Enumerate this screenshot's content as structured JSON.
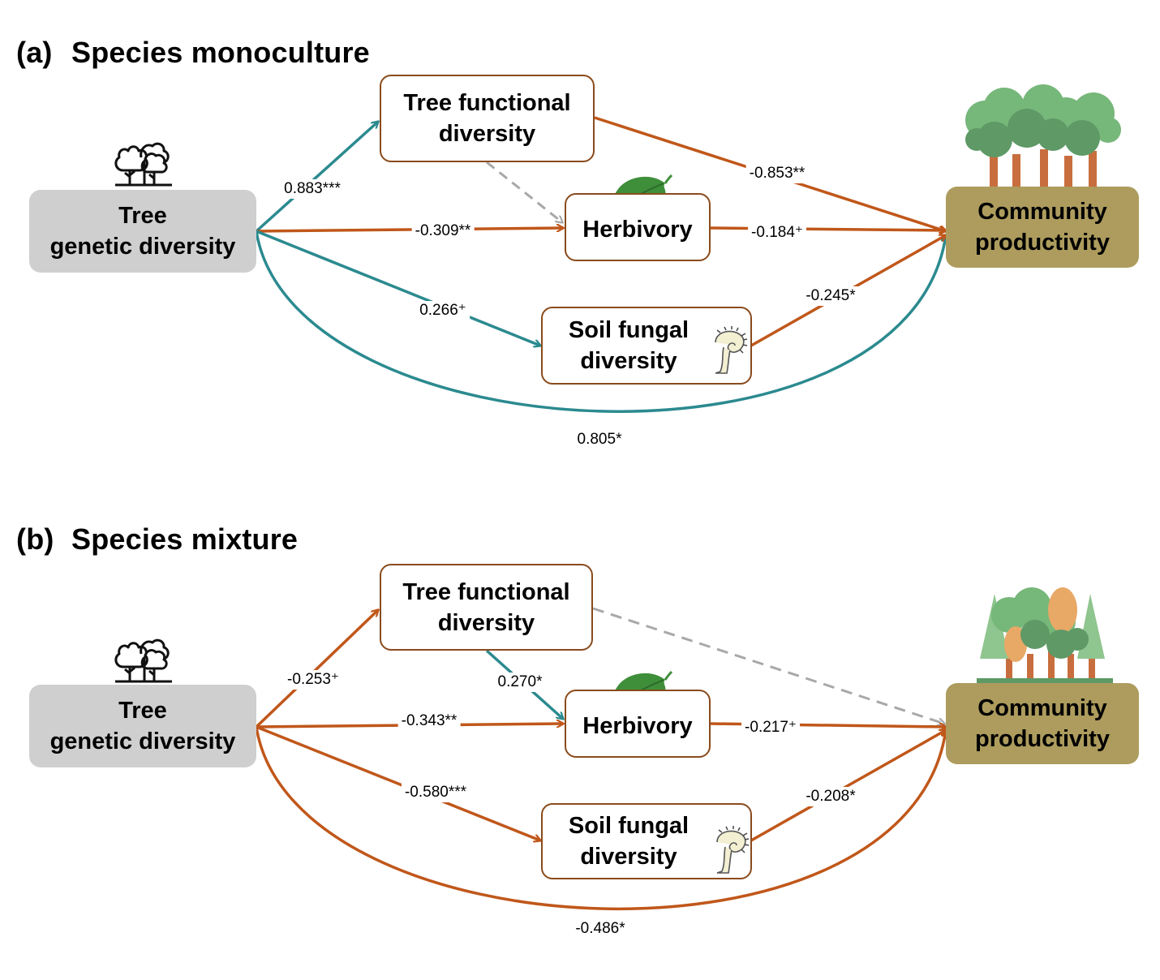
{
  "colors": {
    "positive": "#2b8a8f",
    "negative": "#c0571a",
    "nonsignificant": "#a8a8a8",
    "box_border": "#8a4b1c",
    "genetic_box": "#d0cfcf",
    "productivity_box": "#ad9c5d"
  },
  "nodes": {
    "genetic": "Tree\ngenetic diversity",
    "functional": "Tree functional\ndiversity",
    "herbivory": "Herbivory",
    "fungal": "Soil fungal\ndiversity",
    "productivity": "Community\nproductivity"
  },
  "icons": {
    "genetic": "trees-outline-icon",
    "herbivory": "leaf-icon",
    "fungal": "fungus-icon",
    "forest_monoculture": "green-forest-icon",
    "forest_mixture": "mixed-forest-icon"
  },
  "panels": [
    {
      "tag": "(a)",
      "title": "Species monoculture",
      "paths": [
        {
          "from": "genetic",
          "to": "functional",
          "label": "0.883***",
          "sign": "positive"
        },
        {
          "from": "genetic",
          "to": "herbivory",
          "label": "-0.309**",
          "sign": "negative"
        },
        {
          "from": "genetic",
          "to": "fungal",
          "label": "0.266⁺",
          "sign": "positive"
        },
        {
          "from": "genetic",
          "to": "productivity",
          "label": "0.805*",
          "sign": "positive"
        },
        {
          "from": "functional",
          "to": "herbivory",
          "label": "",
          "sign": "nonsignificant"
        },
        {
          "from": "functional",
          "to": "productivity",
          "label": "-0.853**",
          "sign": "negative"
        },
        {
          "from": "herbivory",
          "to": "productivity",
          "label": "-0.184⁺",
          "sign": "negative"
        },
        {
          "from": "fungal",
          "to": "productivity",
          "label": "-0.245*",
          "sign": "negative"
        }
      ]
    },
    {
      "tag": "(b)",
      "title": "Species mixture",
      "paths": [
        {
          "from": "genetic",
          "to": "functional",
          "label": "-0.253⁺",
          "sign": "negative"
        },
        {
          "from": "genetic",
          "to": "herbivory",
          "label": "-0.343**",
          "sign": "negative"
        },
        {
          "from": "genetic",
          "to": "fungal",
          "label": "-0.580***",
          "sign": "negative"
        },
        {
          "from": "genetic",
          "to": "productivity",
          "label": "-0.486*",
          "sign": "negative"
        },
        {
          "from": "functional",
          "to": "herbivory",
          "label": "0.270*",
          "sign": "positive"
        },
        {
          "from": "functional",
          "to": "productivity",
          "label": "",
          "sign": "nonsignificant"
        },
        {
          "from": "herbivory",
          "to": "productivity",
          "label": "-0.217⁺",
          "sign": "negative"
        },
        {
          "from": "fungal",
          "to": "productivity",
          "label": "-0.208*",
          "sign": "negative"
        }
      ]
    }
  ]
}
